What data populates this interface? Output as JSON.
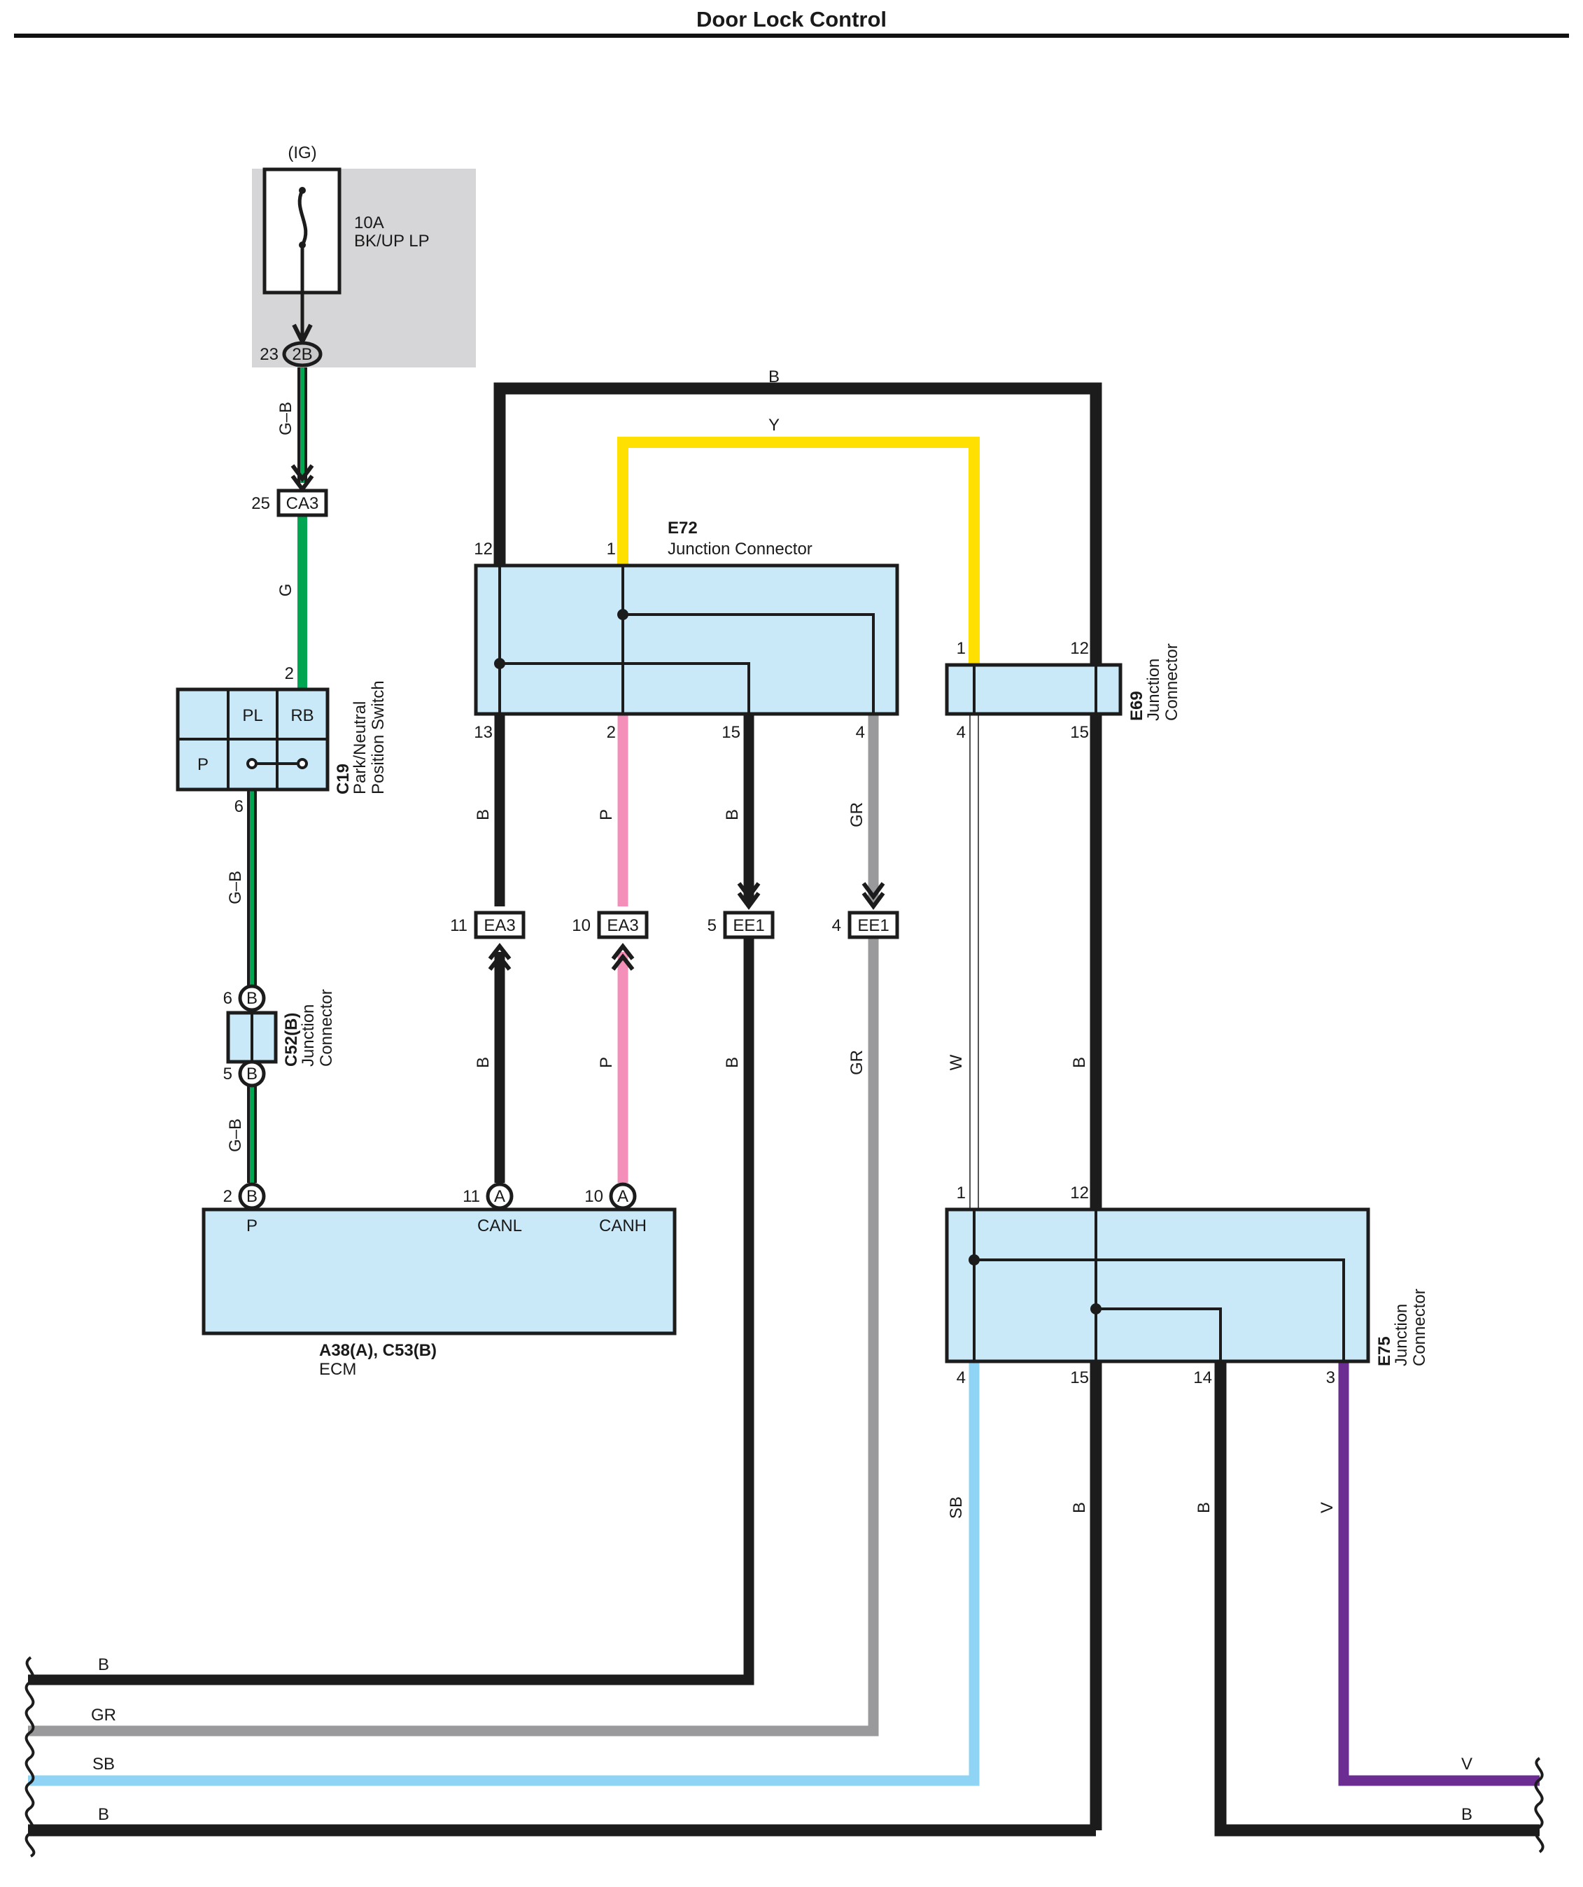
{
  "page_title": "Door Lock Control",
  "fuse": {
    "supply": "(IG)",
    "rating": "10A",
    "name": "BK/UP LP",
    "pin": "23",
    "connector": "2B"
  },
  "connectors": {
    "CA3": {
      "id": "CA3",
      "pin": "25"
    },
    "EA3_left": {
      "id": "EA3",
      "pin": "11"
    },
    "EA3_right": {
      "id": "EA3",
      "pin": "10"
    },
    "EE1_left": {
      "id": "EE1",
      "pin": "5"
    },
    "EE1_right": {
      "id": "EE1",
      "pin": "4"
    }
  },
  "c19": {
    "code": "C19",
    "name_line1": "Park/Neutral",
    "name_line2": "Position Switch",
    "pos_pl": "PL",
    "pos_rb": "RB",
    "pos_p": "P",
    "pin_top": "2",
    "pin_bottom": "6"
  },
  "c52": {
    "code": "C52(B)",
    "name_line1": "Junction",
    "name_line2": "Connector",
    "pin_top": "6",
    "pin_bottom": "5",
    "term": "B"
  },
  "ecm": {
    "code": "A38(A), C53(B)",
    "name": "ECM",
    "pin_p_num": "2",
    "pin_p_term": "B",
    "pin_p_label": "P",
    "pin_canl_num": "11",
    "pin_canl_term": "A",
    "pin_canl_label": "CANL",
    "pin_canh_num": "10",
    "pin_canh_term": "A",
    "pin_canh_label": "CANH"
  },
  "e72": {
    "code": "E72",
    "name": "Junction Connector",
    "pin_12": "12",
    "pin_1": "1",
    "pin_13": "13",
    "pin_2": "2",
    "pin_15": "15",
    "pin_4": "4"
  },
  "e69": {
    "code": "E69",
    "name_line1": "Junction",
    "name_line2": "Connector",
    "pin_1": "1",
    "pin_12": "12",
    "pin_4": "4",
    "pin_15": "15"
  },
  "e75": {
    "code": "E75",
    "name_line1": "Junction",
    "name_line2": "Connector",
    "pin_1": "1",
    "pin_12": "12",
    "pin_4": "4",
    "pin_15": "15",
    "pin_14": "14",
    "pin_3": "3"
  },
  "wire_labels": {
    "gb_top": "G–B",
    "g": "G",
    "gb_mid": "G–B",
    "gb_low": "G–B",
    "b_top": "B",
    "y_top": "Y",
    "b_13": "B",
    "p_2": "P",
    "b_15": "B",
    "gr_4": "GR",
    "b_canl": "B",
    "p_canh": "P",
    "b_ee1": "B",
    "gr_ee1": "GR",
    "w_e69": "W",
    "b_e69": "B",
    "sb_e75": "SB",
    "b_e75_15": "B",
    "b_e75_14": "B",
    "v_e75": "V",
    "bottom_b1": "B",
    "bottom_gr": "GR",
    "bottom_sb": "SB",
    "bottom_b2": "B",
    "bottom_v": "V",
    "bottom_b_right": "B"
  },
  "colors": {
    "black": "#1c1c1c",
    "yellow": "#ffe000",
    "green": "#00a651",
    "pink": "#f48fb9",
    "gray": "#9a9a9c",
    "sky": "#8fd4f5",
    "violet": "#6b2d91",
    "box_fill": "#c9e9f9",
    "fuse_bg": "#d6d6d8"
  }
}
